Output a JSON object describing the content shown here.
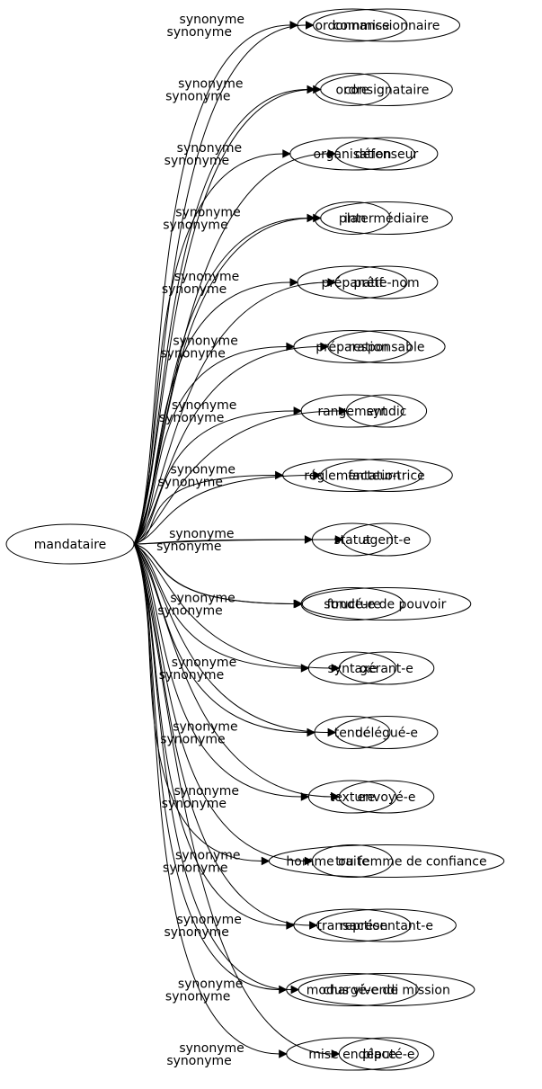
{
  "colors": {
    "stroke": "#000000",
    "background": "#ffffff"
  },
  "graph": {
    "source": "mandataire",
    "edge_label": "synonyme",
    "pairs": [
      [
        "ordonnance",
        "commissionnaire"
      ],
      [
        "ordre",
        "consignataire"
      ],
      [
        "organisation",
        "défenseur"
      ],
      [
        "plan",
        "intermédiaire"
      ],
      [
        "préparatif",
        "prête-nom"
      ],
      [
        "préparation",
        "responsable"
      ],
      [
        "rangement",
        "syndic"
      ],
      [
        "réglementation",
        "facteur-trice"
      ],
      [
        "statut",
        "agent-e"
      ],
      [
        "structure",
        "fondé-e de pouvoir"
      ],
      [
        "syntaxe",
        "gérant-e"
      ],
      [
        "tenue",
        "délégué-e"
      ],
      [
        "texture",
        "envoyé-e"
      ],
      [
        "traite",
        "homme ou femme de confiance"
      ],
      [
        "transaction",
        "représentant-e"
      ],
      [
        "modus vivendi",
        "chargé-e de mission"
      ],
      [
        "mise en place",
        "député-e"
      ]
    ]
  }
}
